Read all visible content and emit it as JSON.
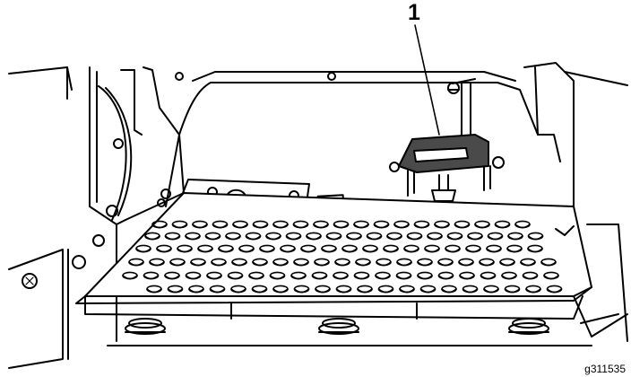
{
  "figure": {
    "callouts": [
      {
        "number": "1",
        "target": "bracket"
      }
    ],
    "figure_id": "g311535",
    "colors": {
      "highlight": "#4a4a4a",
      "line": "#000000",
      "fill": "#ffffff"
    }
  }
}
